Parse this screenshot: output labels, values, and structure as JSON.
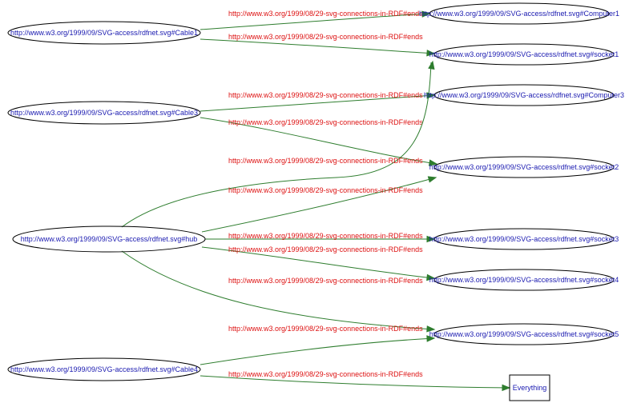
{
  "colors": {
    "node_text": "#1a1ab0",
    "edge_text": "#dd1111",
    "edge_line": "#2e7d2e",
    "node_border": "#000000"
  },
  "nodes": [
    {
      "id": "cable1",
      "label": "http://www.w3.org/1999/09/SVG-access/rdfnet.svg#Cable1",
      "shape": "ellipse"
    },
    {
      "id": "cable3",
      "label": "http://www.w3.org/1999/09/SVG-access/rdfnet.svg#Cable3",
      "shape": "ellipse"
    },
    {
      "id": "hub",
      "label": "http://www.w3.org/1999/09/SVG-access/rdfnet.svg#hub",
      "shape": "ellipse"
    },
    {
      "id": "cable4",
      "label": "http://www.w3.org/1999/09/SVG-access/rdfnet.svg#Cable4",
      "shape": "ellipse"
    },
    {
      "id": "computer1",
      "label": "http://www.w3.org/1999/09/SVG-access/rdfnet.svg#Computer1",
      "shape": "ellipse"
    },
    {
      "id": "socket1",
      "label": "http://www.w3.org/1999/09/SVG-access/rdfnet.svg#socket1",
      "shape": "ellipse"
    },
    {
      "id": "computer3",
      "label": "http://www.w3.org/1999/09/SVG-access/rdfnet.svg#Computer3",
      "shape": "ellipse"
    },
    {
      "id": "socket2",
      "label": "http://www.w3.org/1999/09/SVG-access/rdfnet.svg#socket2",
      "shape": "ellipse"
    },
    {
      "id": "socket3",
      "label": "http://www.w3.org/1999/09/SVG-access/rdfnet.svg#socket3",
      "shape": "ellipse"
    },
    {
      "id": "socket4",
      "label": "http://www.w3.org/1999/09/SVG-access/rdfnet.svg#socket4",
      "shape": "ellipse"
    },
    {
      "id": "socket5",
      "label": "http://www.w3.org/1999/09/SVG-access/rdfnet.svg#socket5",
      "shape": "ellipse"
    },
    {
      "id": "everything",
      "label": "Everything",
      "shape": "box"
    }
  ],
  "edges": [
    {
      "id": "e1",
      "from": "cable1",
      "to": "computer1",
      "label": "http://www.w3.org/1999/08/29-svg-connections-in-RDF#ends"
    },
    {
      "id": "e2",
      "from": "cable1",
      "to": "socket1",
      "label": "http://www.w3.org/1999/08/29-svg-connections-in-RDF#ends"
    },
    {
      "id": "e3",
      "from": "cable3",
      "to": "computer3",
      "label": "http://www.w3.org/1999/08/29-svg-connections-in-RDF#ends"
    },
    {
      "id": "e4",
      "from": "cable3",
      "to": "socket2",
      "label": "http://www.w3.org/1999/08/29-svg-connections-in-RDF#ends"
    },
    {
      "id": "e5",
      "from": "hub",
      "to": "socket1",
      "label": "http://www.w3.org/1999/08/29-svg-connections-in-RDF#ends"
    },
    {
      "id": "e6",
      "from": "hub",
      "to": "socket2",
      "label": "http://www.w3.org/1999/08/29-svg-connections-in-RDF#ends"
    },
    {
      "id": "e7",
      "from": "hub",
      "to": "socket3",
      "label": "http://www.w3.org/1999/08/29-svg-connections-in-RDF#ends"
    },
    {
      "id": "e8",
      "from": "hub",
      "to": "socket4",
      "label": "http://www.w3.org/1999/08/29-svg-connections-in-RDF#ends"
    },
    {
      "id": "e9",
      "from": "hub",
      "to": "socket5",
      "label": "http://www.w3.org/1999/08/29-svg-connections-in-RDF#ends"
    },
    {
      "id": "e10",
      "from": "cable4",
      "to": "socket5",
      "label": "http://www.w3.org/1999/08/29-svg-connections-in-RDF#ends"
    },
    {
      "id": "e11",
      "from": "cable4",
      "to": "everything",
      "label": "http://www.w3.org/1999/08/29-svg-connections-in-RDF#ends"
    }
  ]
}
